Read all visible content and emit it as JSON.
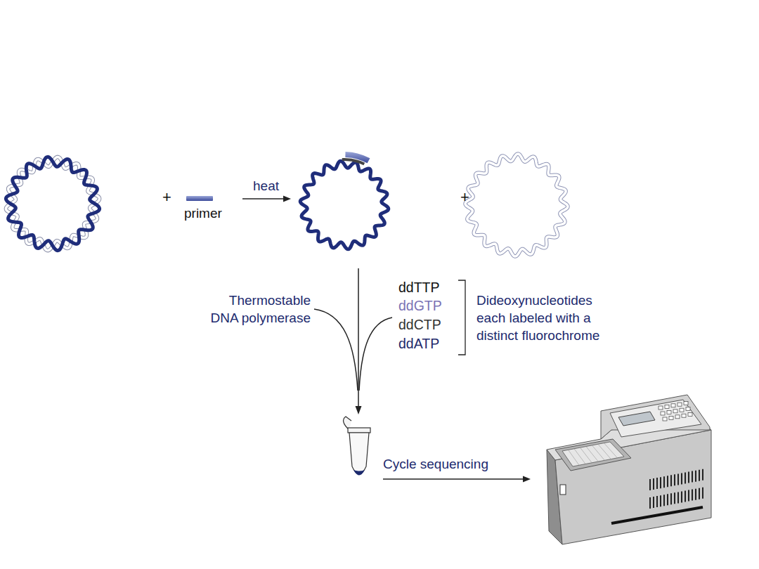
{
  "diagram": {
    "labels": [
      "+",
      "primer",
      "heat",
      "+",
      "ddTTP",
      "ddGTP",
      "ddCTP",
      "ddATP",
      "Thermostable DNA polymerase",
      "Dideoxynucleotides each labeled with a distinct fluorochrome",
      "Cycle sequencing"
    ]
  }
}
